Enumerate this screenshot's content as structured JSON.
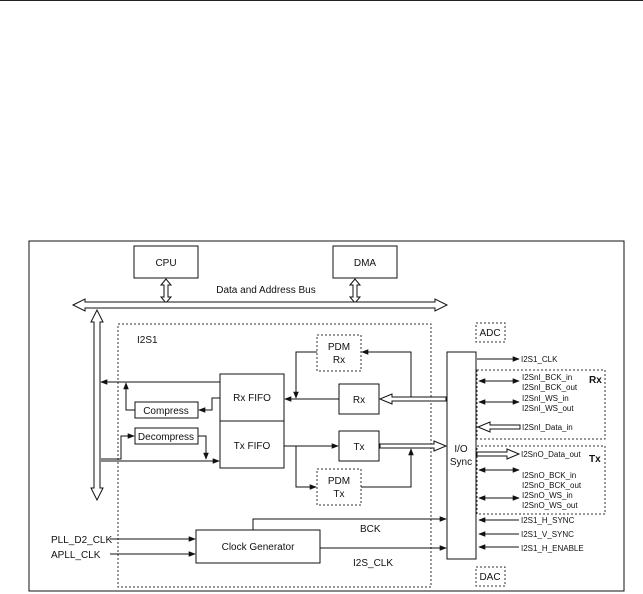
{
  "diagram": {
    "cpu": "CPU",
    "dma": "DMA",
    "bus": "Data and Address Bus",
    "i2s_block": "I2S1",
    "pdm_rx_1": "PDM",
    "pdm_rx_2": "Rx",
    "pdm_tx_1": "PDM",
    "pdm_tx_2": "Tx",
    "rx_fifo": "Rx FIFO",
    "tx_fifo": "Tx FIFO",
    "compress": "Compress",
    "decompress": "Decompress",
    "rx": "Rx",
    "tx": "Tx",
    "io_sync_1": "I/O",
    "io_sync_2": "Sync",
    "adc": "ADC",
    "dac": "DAC",
    "clock_generator": "Clock Generator",
    "pll_clk": "PLL_D2_CLK",
    "apll_clk": "APLL_CLK",
    "bck": "BCK",
    "i2s_clk": "I2S_CLK",
    "rx_group": "Rx",
    "tx_group": "Tx",
    "signals": [
      "I2S1_CLK",
      "I2SnI_BCK_in",
      "I2SnI_BCK_out",
      "I2SnI_WS_in",
      "I2SnI_WS_out",
      "I2SnI_Data_in",
      "I2SnO_Data_out",
      "I2SnO_BCK_in",
      "I2SnO_BCK_out",
      "I2SnO_WS_in",
      "I2SnO_WS_out",
      "I2S1_H_SYNC",
      "I2S1_V_SYNC",
      "I2S1_H_ENABLE"
    ]
  }
}
